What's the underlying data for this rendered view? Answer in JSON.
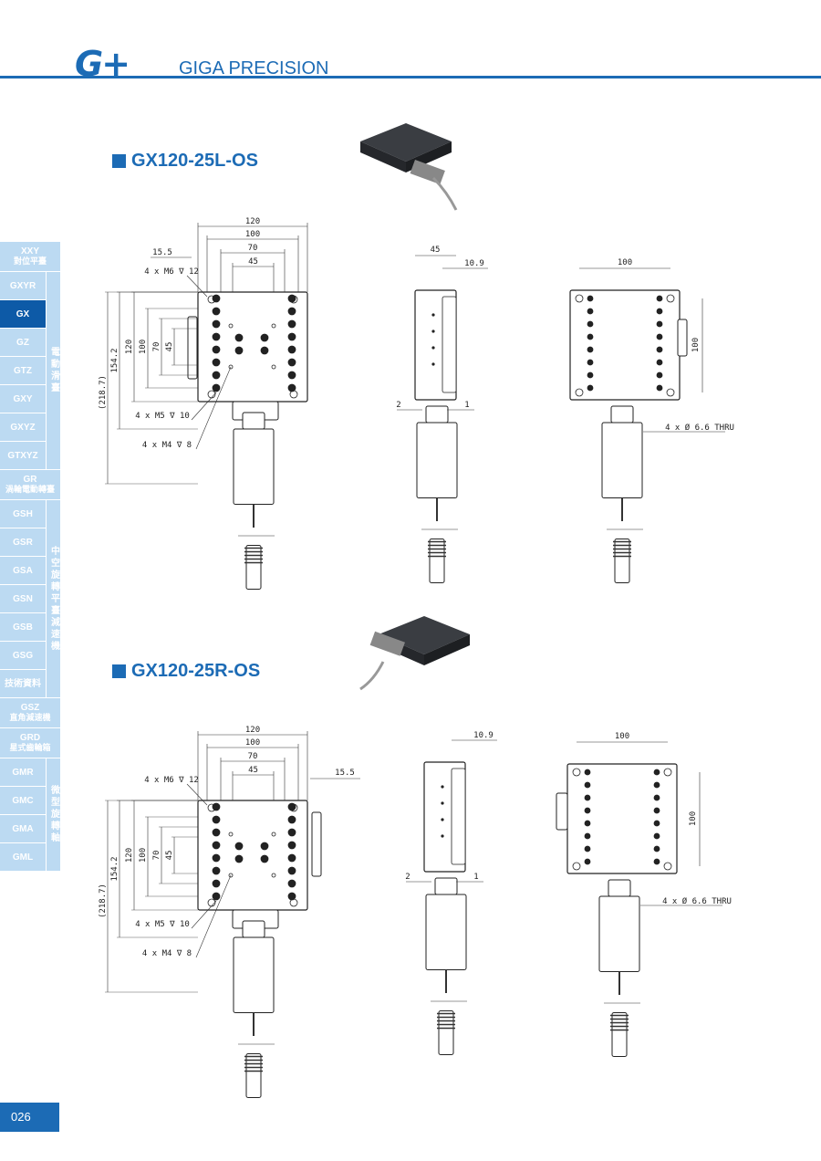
{
  "header": {
    "logo": "G+",
    "brand": "GIGA PRECISION"
  },
  "sidebar": {
    "top": [
      {
        "label": "XXY",
        "sub": "對位平臺"
      }
    ],
    "group1": {
      "side": "電動滑臺",
      "items": [
        "GXYR",
        "GX",
        "GZ",
        "GTZ",
        "GXY",
        "GXYZ",
        "GTXYZ"
      ],
      "selected": "GX"
    },
    "mid1": [
      {
        "label": "GR",
        "sub": "渦輪電動轉臺"
      }
    ],
    "group2": {
      "side": "中空旋轉平臺減速機",
      "items": [
        "GSH",
        "GSR",
        "GSA",
        "GSN",
        "GSB",
        "GSG",
        "技術資料"
      ]
    },
    "mid2": [
      {
        "label": "GSZ",
        "sub": "直角減速機"
      },
      {
        "label": "GRD",
        "sub": "星式齒輪箱"
      }
    ],
    "group3": {
      "side": "微型旋轉軸",
      "items": [
        "GMR",
        "GMC",
        "GMA",
        "GML"
      ]
    }
  },
  "products": [
    {
      "name": "GX120-25L-OS",
      "dims": {
        "w120": "120",
        "w100": "100",
        "w70": "70",
        "w45": "45",
        "off": "15.5",
        "m6": "4 x M6 ∇ 12",
        "h218": "(218.7)",
        "h154": "154.2",
        "h120": "120",
        "h100": "100",
        "h70": "70",
        "h45": "45",
        "m5": "4 x M5 ∇ 10",
        "m4": "4 x M4 ∇ 8",
        "s45": "45",
        "s109": "10.9",
        "s2": "2",
        "s1": "1",
        "b100": "100",
        "bv100": "100",
        "thru": "4 x Ø 6.6 THRU"
      }
    },
    {
      "name": "GX120-25R-OS",
      "dims": {
        "w120": "120",
        "w100": "100",
        "w70": "70",
        "w45": "45",
        "off": "15.5",
        "m6": "4 x M6 ∇ 12",
        "h218": "(218.7)",
        "h154": "154.2",
        "h120": "120",
        "h100": "100",
        "h70": "70",
        "h45": "45",
        "m5": "4 x M5 ∇ 10",
        "m4": "4 x M4 ∇ 8",
        "s109": "10.9",
        "s2": "2",
        "s1": "1",
        "b100": "100",
        "bv100": "100",
        "thru": "4 x Ø 6.6 THRU"
      }
    }
  ],
  "footer": {
    "page": "026"
  },
  "colors": {
    "brand": "#1c6bb5",
    "sidebar": "#bcdaf2",
    "selected": "#0d5aa7"
  }
}
